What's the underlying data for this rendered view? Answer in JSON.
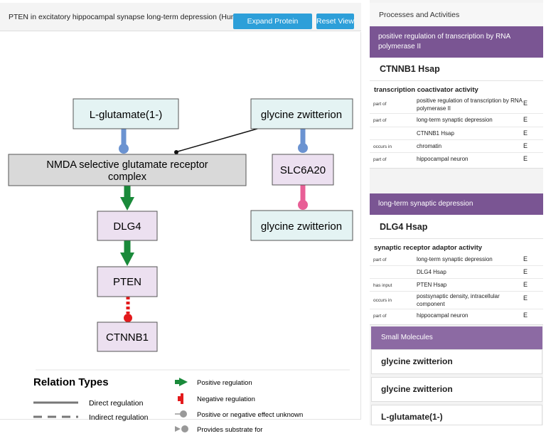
{
  "toolbar": {
    "title": "PTEN in excitatory hippocampal synapse long-term depression (Human)",
    "expand_label": "Expand Protein Complexes",
    "reset_label": "Reset View"
  },
  "graph": {
    "nodes": {
      "lglu": "L-glutamate(1-)",
      "gly_top": "glycine zwitterion",
      "nmda_line1": "NMDA selective glutamate receptor",
      "nmda_line2": "complex",
      "slc": "SLC6A20",
      "dlg4": "DLG4",
      "gly_bottom": "glycine zwitterion",
      "pten": "PTEN",
      "ctnnb1": "CTNNB1"
    },
    "colors": {
      "positive": "#1a8a3a",
      "negative": "#e31a1c",
      "substrate": "#6b93d1",
      "pink": "#e85f96",
      "node_blue": "#e4f3f3",
      "node_purple": "#ece0f0",
      "node_gray": "#d9d9d9"
    }
  },
  "legend": {
    "title": "Relation Types",
    "direct": "Direct regulation",
    "indirect": "Indirect regulation",
    "positive": "Positive regulation",
    "negative": "Negative regulation",
    "unknown": "Positive or negative effect unknown",
    "substrate": "Provides substrate for"
  },
  "right_panel": {
    "header": "Processes and Activities",
    "card1": {
      "process": "positive regulation of transcription by RNA polymerase II",
      "entity": "CTNNB1 Hsap",
      "function": "transcription coactivator activity",
      "rows": [
        {
          "rel": "part of",
          "term": "positive regulation of transcription by RNA polymerase II",
          "ev": "E"
        },
        {
          "rel": "part of",
          "term": "long-term synaptic depression",
          "ev": "E"
        },
        {
          "rel": "",
          "term": "CTNNB1 Hsap",
          "ev": "E"
        },
        {
          "rel": "occurs in",
          "term": "chromatin",
          "ev": "E"
        },
        {
          "rel": "part of",
          "term": "hippocampal neuron",
          "ev": "E"
        }
      ]
    },
    "card2": {
      "process": "long-term synaptic depression",
      "entity": "DLG4 Hsap",
      "function": "synaptic receptor adaptor activity",
      "rows": [
        {
          "rel": "part of",
          "term": "long-term synaptic depression",
          "ev": "E"
        },
        {
          "rel": "",
          "term": "DLG4 Hsap",
          "ev": "E"
        },
        {
          "rel": "has input",
          "term": "PTEN Hsap",
          "ev": "E"
        },
        {
          "rel": "occurs in",
          "term": "postsynaptic density, intracellular component",
          "ev": "E"
        },
        {
          "rel": "part of",
          "term": "hippocampal neuron",
          "ev": "E"
        }
      ]
    },
    "small_molecules": {
      "header": "Small Molecules",
      "items": [
        "glycine zwitterion",
        "glycine zwitterion",
        "L-glutamate(1-)"
      ]
    }
  }
}
